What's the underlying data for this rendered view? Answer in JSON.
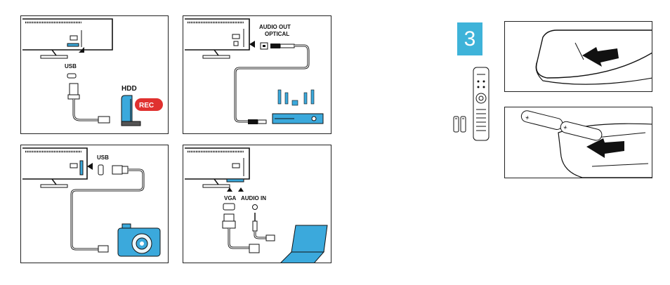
{
  "panels": {
    "hdd": {
      "port_label": "USB",
      "device_label": "HDD",
      "badge": "REC"
    },
    "audio": {
      "port_label_1": "AUDIO OUT",
      "port_label_2": "OPTICAL"
    },
    "camera": {
      "port_label": "USB"
    },
    "pc": {
      "vga_label": "VGA",
      "audio_label": "AUDIO IN"
    }
  },
  "remote_section": {
    "step_number": "3"
  },
  "colors": {
    "accent_blue": "#3eb3d9",
    "rec_red": "#e0312f",
    "device_blue": "#3ba9dc"
  }
}
